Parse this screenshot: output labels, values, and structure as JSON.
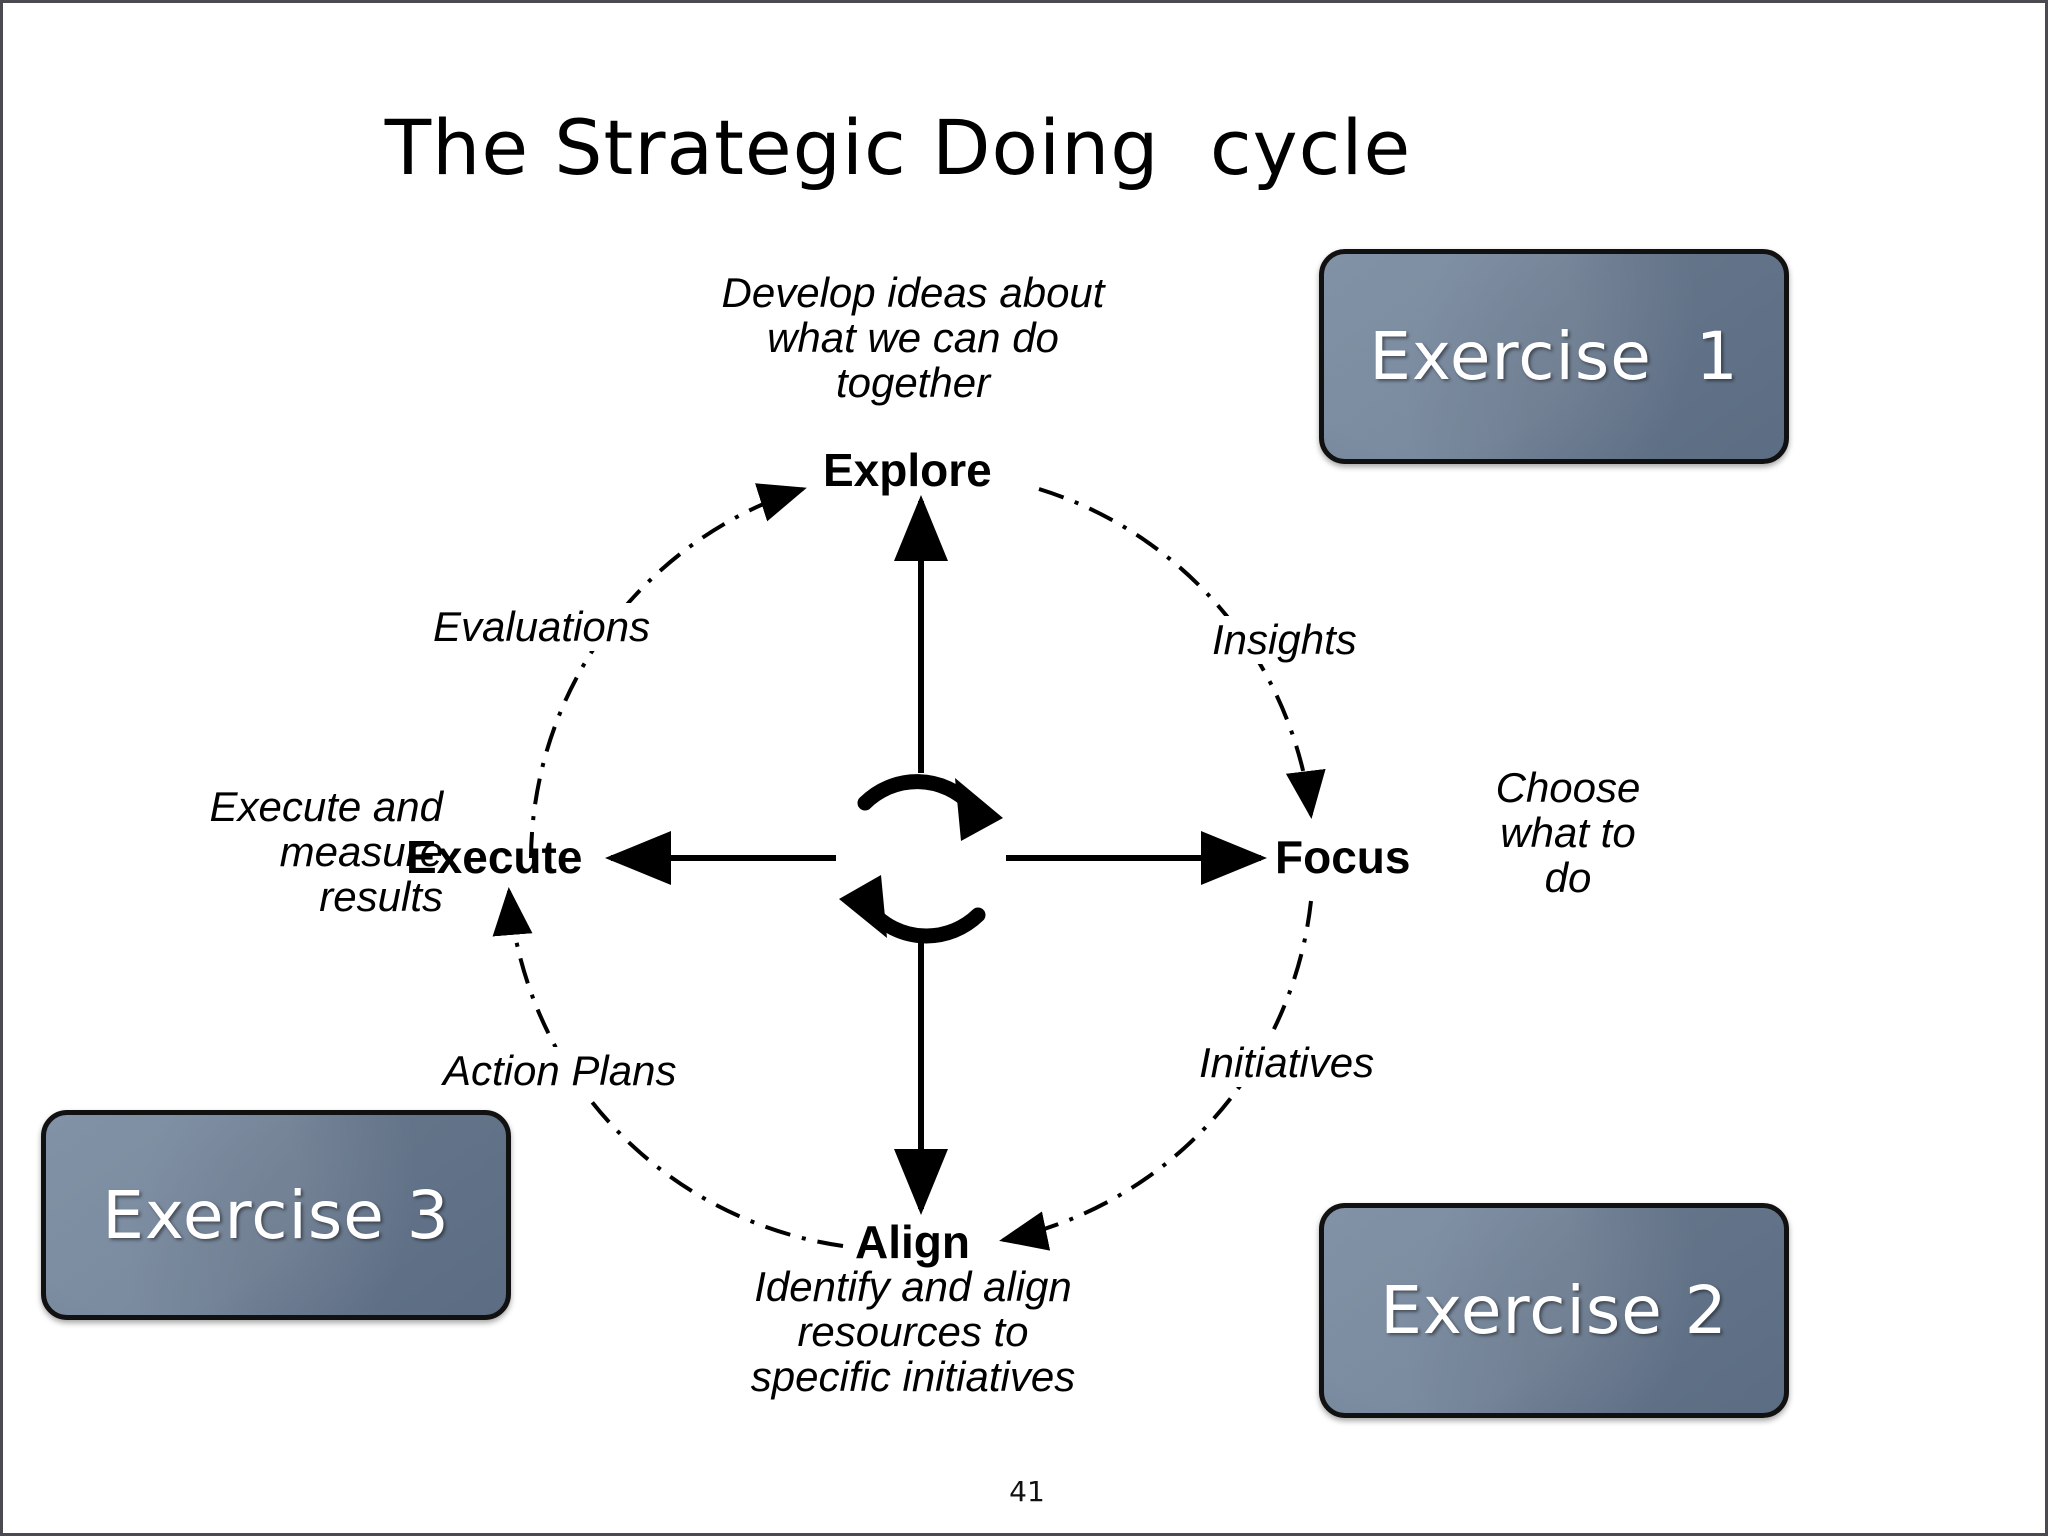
{
  "slide": {
    "title": "The Strategic Doing  cycle",
    "page_number": "41",
    "background_color": "#ffffff",
    "border_color": "#4a4a50"
  },
  "cycle": {
    "center_icon": "circular-arrows-icon",
    "nodes": [
      {
        "id": "explore",
        "label": "Explore",
        "description": "Develop ideas about\nwhat we can do\ntogether",
        "position": "top"
      },
      {
        "id": "focus",
        "label": "Focus",
        "description": "Choose\nwhat to\ndo",
        "position": "right"
      },
      {
        "id": "align",
        "label": "Align",
        "description": "Identify and align\nresources to\nspecific initiatives",
        "position": "bottom"
      },
      {
        "id": "execute",
        "label": "Execute",
        "description": "Execute and\nmeasure\nresults",
        "position": "left"
      }
    ],
    "arc_labels": [
      {
        "id": "insights",
        "label": "Insights",
        "from": "explore",
        "to": "focus",
        "position": "upper-right"
      },
      {
        "id": "initiatives",
        "label": "Initiatives",
        "from": "focus",
        "to": "align",
        "position": "lower-right"
      },
      {
        "id": "action-plans",
        "label": "Action Plans",
        "from": "align",
        "to": "execute",
        "position": "lower-left"
      },
      {
        "id": "evaluations",
        "label": "Evaluations",
        "from": "execute",
        "to": "explore",
        "position": "upper-left"
      }
    ]
  },
  "exercises": [
    {
      "id": "exercise-1",
      "label": "Exercise  1",
      "fill_color": "#6c7e95",
      "text_color": "#ffffff"
    },
    {
      "id": "exercise-2",
      "label": "Exercise 2",
      "fill_color": "#6c7e95",
      "text_color": "#ffffff"
    },
    {
      "id": "exercise-3",
      "label": "Exercise 3",
      "fill_color": "#6c7e95",
      "text_color": "#ffffff"
    }
  ]
}
